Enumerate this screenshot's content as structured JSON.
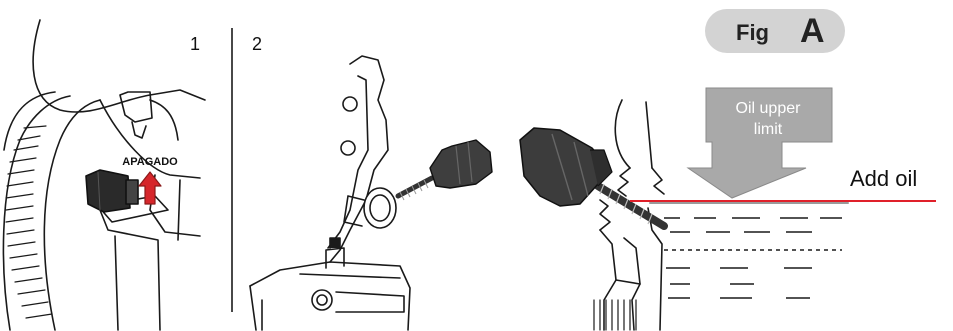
{
  "figure": {
    "badge_prefix": "Fig",
    "badge_letter": "A"
  },
  "panels": [
    {
      "number": "1",
      "switch_label": "APAGADO"
    },
    {
      "number": "2"
    }
  ],
  "oil_diagram": {
    "arrow_label_line1": "Oil upper",
    "arrow_label_line2": "limit",
    "add_oil_label": "Add oil"
  },
  "colors": {
    "line": "#1a1a1a",
    "arrow_fill": "#a9a9a9",
    "badge_fill": "#d3d3d3",
    "red_arrow": "#d6262b",
    "add_oil_line": "#e0202a",
    "dipstick": "#4a4a4a"
  },
  "icons": [
    "switch-knob",
    "up-arrow",
    "dipstick-cap",
    "oil-filler-port",
    "down-arrow"
  ]
}
